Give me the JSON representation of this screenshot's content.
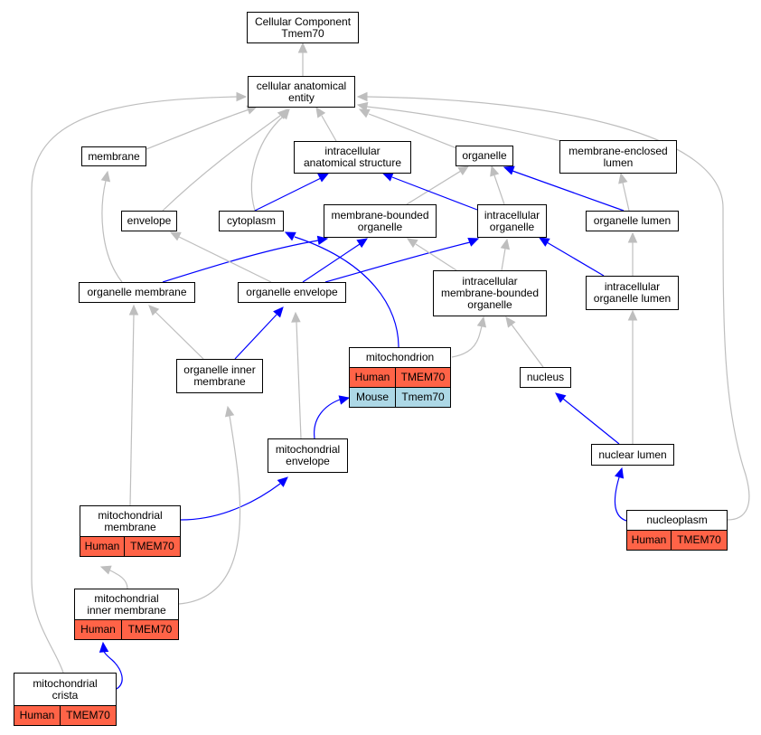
{
  "colors": {
    "gray_edge": "#bebebe",
    "blue_edge": "#0000ff",
    "human": "#ff6347",
    "mouse": "#add8e6"
  },
  "nodes": {
    "root": "Cellular Component\nTmem70",
    "cae": "cellular anatomical\nentity",
    "membrane": "membrane",
    "ias": "intracellular\nanatomical structure",
    "organelle": "organelle",
    "mel": "membrane-enclosed\nlumen",
    "envelope": "envelope",
    "cytoplasm": "cytoplasm",
    "mbo": "membrane-bounded\norganelle",
    "io": "intracellular\norganelle",
    "ol": "organelle lumen",
    "om": "organelle membrane",
    "oe": "organelle envelope",
    "imbo": "intracellular\nmembrane-bounded\norganelle",
    "iol": "intracellular\norganelle lumen",
    "mito": "mitochondrion",
    "oim": "organelle inner\nmembrane",
    "nucleus": "nucleus",
    "nl": "nuclear lumen",
    "me": "mitochondrial\nenvelope",
    "mm": "mitochondrial\nmembrane",
    "np": "nucleoplasm",
    "mim": "mitochondrial\ninner membrane",
    "mc": "mitochondrial\ncrista"
  },
  "annotations": {
    "mito": [
      {
        "species": "Human",
        "gene": "TMEM70"
      },
      {
        "species": "Mouse",
        "gene": "Tmem70"
      }
    ],
    "mm": [
      {
        "species": "Human",
        "gene": "TMEM70"
      }
    ],
    "np": [
      {
        "species": "Human",
        "gene": "TMEM70"
      }
    ],
    "mim": [
      {
        "species": "Human",
        "gene": "TMEM70"
      }
    ],
    "mc": [
      {
        "species": "Human",
        "gene": "TMEM70"
      }
    ]
  }
}
